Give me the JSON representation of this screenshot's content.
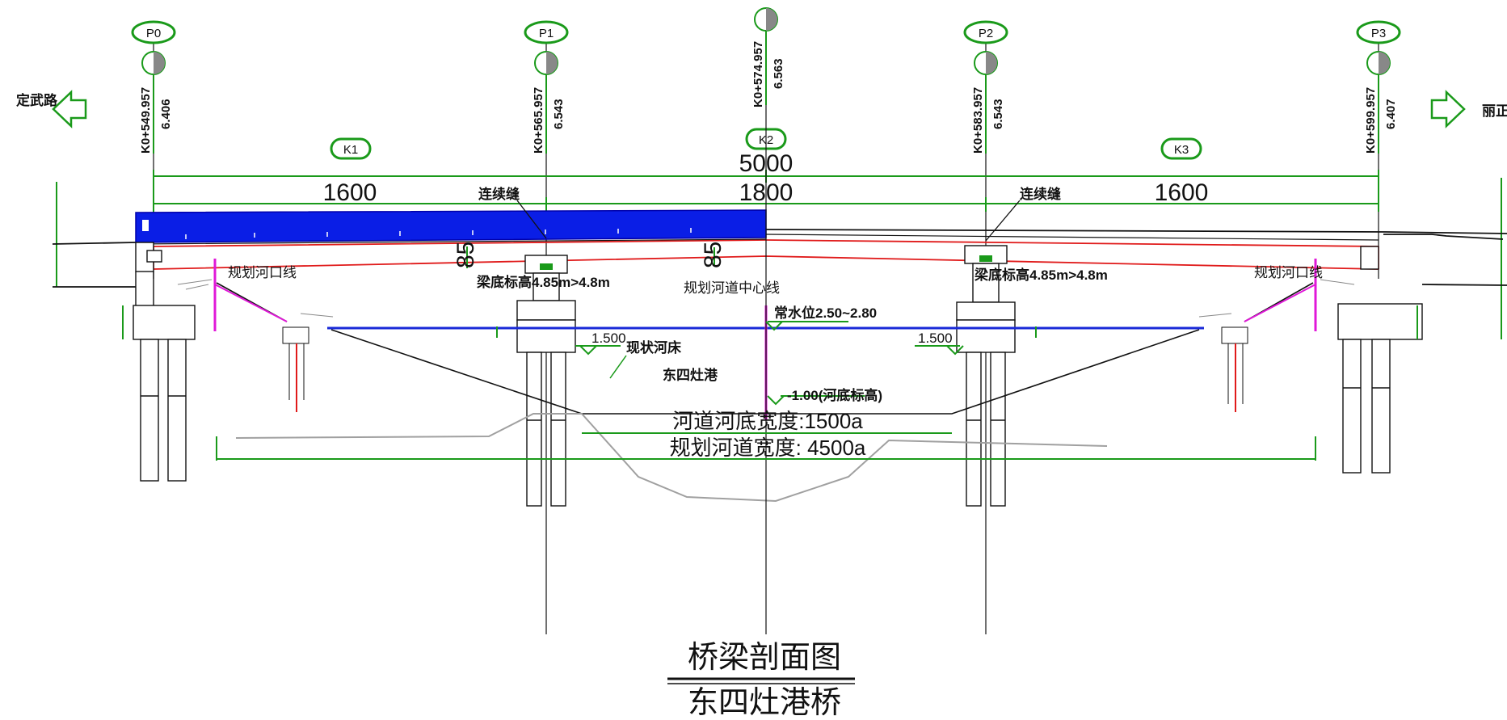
{
  "piers": [
    {
      "id": "P0",
      "station": "K0+549.957",
      "elevation": "6.406"
    },
    {
      "id": "P1",
      "station": "K0+565.957",
      "elevation": "6.543"
    },
    {
      "id": "P2",
      "station": "K0+583.957",
      "elevation": "6.543"
    },
    {
      "id": "P3",
      "station": "K0+599.957",
      "elevation": "6.407"
    }
  ],
  "center_station": {
    "station": "K0+574.957",
    "elevation": "6.563"
  },
  "spans": [
    {
      "id": "K1",
      "length": "1600"
    },
    {
      "id": "K2",
      "length": "1800"
    },
    {
      "id": "K3",
      "length": "1600"
    }
  ],
  "total_length": "5000",
  "directions": {
    "left": "定武路",
    "right": "丽正"
  },
  "labels": {
    "joint_left": "连续缝",
    "joint_right": "连续缝",
    "beam_depth_left": "85",
    "beam_depth_right": "85",
    "beam_bottom_left": "梁底标高4.85m>4.8m",
    "beam_bottom_right": "梁底标高4.85m>4.8m",
    "river_line_left": "规划河口线",
    "river_line_right": "规划河口线",
    "river_center": "规划河道中心线",
    "water_level": "常水位2.50~2.80",
    "slope_left": "1.500",
    "slope_right": "1.500",
    "existing_bed": "现状河床",
    "river_name": "东四灶港",
    "bed_elevation": "-1.00(河底标高)",
    "bed_width": "河道河底宽度:1500a",
    "planned_width": "规划河道宽度: 4500a"
  },
  "title": {
    "main": "桥梁剖面图",
    "sub": "东四灶港桥"
  },
  "colors": {
    "axis_green": "#1a9a1a",
    "deck_blue": "#0a1ee6",
    "water_blue": "#1a2ad8",
    "river_magenta": "#e018d8",
    "beam_red": "#e01a1a"
  }
}
